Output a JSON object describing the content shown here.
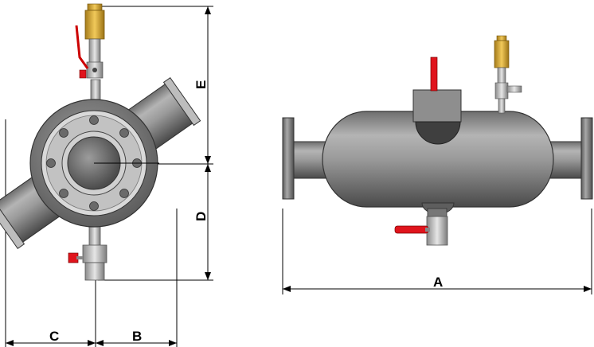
{
  "dimensions": {
    "A": "A",
    "B": "B",
    "C": "C",
    "D": "D",
    "E": "E"
  },
  "colors": {
    "body_gray": "#8c8c8c",
    "body_dark": "#5a5a5a",
    "brass": "#d7a935",
    "valve_red": "#e0141c",
    "steel": "#c8c8c8",
    "line": "#000000"
  }
}
